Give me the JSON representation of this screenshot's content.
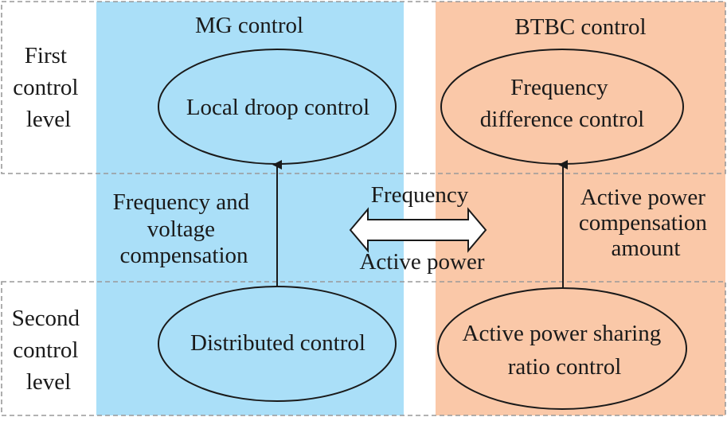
{
  "columns": {
    "mg": {
      "title": "MG control",
      "color": "#aadff8"
    },
    "btbc": {
      "title": "BTBC control",
      "color": "#fac8a8"
    }
  },
  "levels": {
    "first": [
      "First",
      "control",
      "level"
    ],
    "second": [
      "Second",
      "control",
      "level"
    ]
  },
  "nodes": {
    "local_droop": [
      "Local droop control"
    ],
    "frequency_difference": [
      "Frequency",
      "difference control"
    ],
    "distributed": [
      "Distributed control"
    ],
    "power_sharing": [
      "Active power sharing",
      "ratio control"
    ]
  },
  "edges": {
    "mg_compensation": [
      "Frequency and",
      "voltage",
      "compensation"
    ],
    "btbc_compensation": [
      "Active power",
      "compensation",
      "amount"
    ]
  },
  "exchange": {
    "top": "Frequency",
    "bottom": "Active power"
  }
}
